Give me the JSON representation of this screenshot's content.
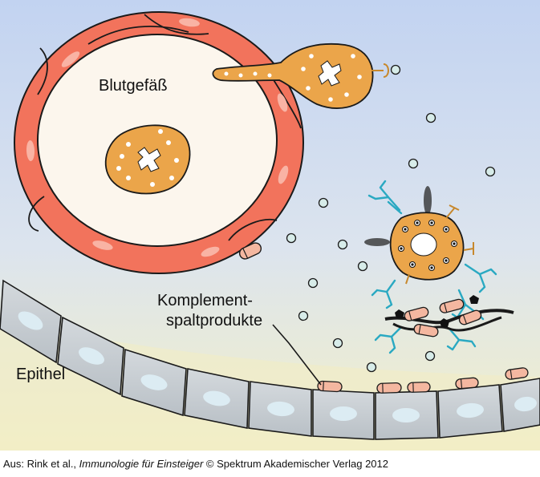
{
  "labels": {
    "vessel": "Blutgefäß",
    "epithelium": "Epithel",
    "complement_line1": "Komplement-",
    "complement_line2": "spaltprodukte"
  },
  "caption": {
    "prefix": "Aus: Rink et al., ",
    "book": "Immunologie für Einsteiger",
    "suffix": " © Spektrum Akademischer Verlag 2012"
  },
  "colors": {
    "vessel_wall": "#f2735c",
    "vessel_lumen": "#fbf5ec",
    "cell_orange": "#eba54a",
    "epithelial_cell": "#c8ced3",
    "epithelial_nucleus": "#dcecf3",
    "antibody": "#2aa9c2",
    "complement_fragment": "#f4b7a0",
    "background_top": "#c3d3f0",
    "background_bottom": "#f2efca"
  }
}
